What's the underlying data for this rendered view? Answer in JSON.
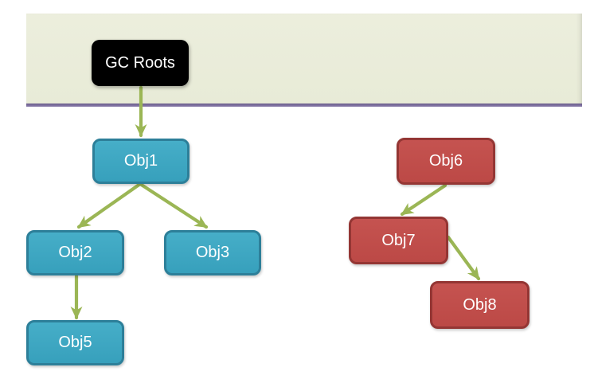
{
  "diagram": {
    "nodes": {
      "gcroots": {
        "label": "GC Roots",
        "fill": "#000000",
        "text_color": "#ffffff"
      },
      "obj1": {
        "label": "Obj1",
        "fill": "#3aa7c2",
        "border": "#2d7f99",
        "text_color": "#ffffff"
      },
      "obj2": {
        "label": "Obj2",
        "fill": "#3aa7c2",
        "border": "#2d7f99",
        "text_color": "#ffffff"
      },
      "obj3": {
        "label": "Obj3",
        "fill": "#3aa7c2",
        "border": "#2d7f99",
        "text_color": "#ffffff"
      },
      "obj5": {
        "label": "Obj5",
        "fill": "#3aa7c2",
        "border": "#2d7f99",
        "text_color": "#ffffff"
      },
      "obj6": {
        "label": "Obj6",
        "fill": "#c0504d",
        "border": "#943634",
        "text_color": "#ffffff"
      },
      "obj7": {
        "label": "Obj7",
        "fill": "#c0504d",
        "border": "#943634",
        "text_color": "#ffffff"
      },
      "obj8": {
        "label": "Obj8",
        "fill": "#c0504d",
        "border": "#943634",
        "text_color": "#ffffff"
      }
    },
    "edges": [
      {
        "from": "gcroots",
        "to": "obj1"
      },
      {
        "from": "obj1",
        "to": "obj2"
      },
      {
        "from": "obj1",
        "to": "obj3"
      },
      {
        "from": "obj2",
        "to": "obj5"
      },
      {
        "from": "obj6",
        "to": "obj7"
      },
      {
        "from": "obj7",
        "to": "obj8"
      }
    ],
    "colors": {
      "arrow": "#9bb655",
      "banner_background": "#eaeddb",
      "banner_divider": "#7b6c9d"
    }
  }
}
